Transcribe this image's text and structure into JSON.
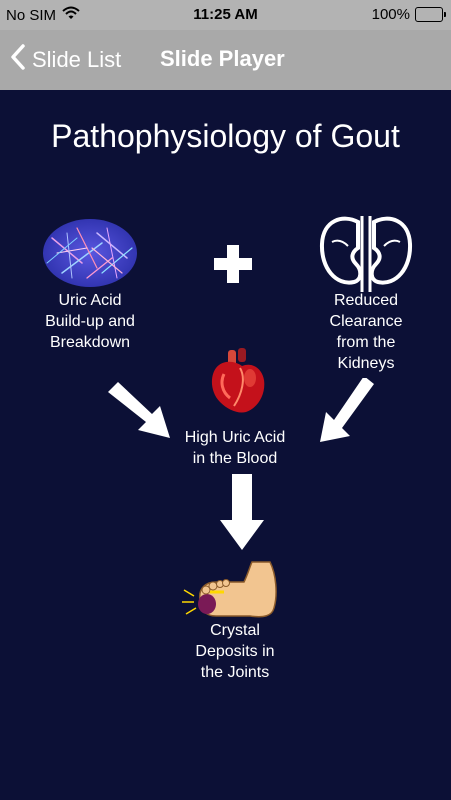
{
  "status_bar": {
    "carrier": "No SIM",
    "time": "11:25 AM",
    "battery": "100%"
  },
  "nav": {
    "back_label": "Slide List",
    "title": "Slide Player"
  },
  "slide": {
    "title": "Pathophysiology of Gout",
    "uric_acid_caption": [
      "Uric Acid",
      "Build-up and",
      "Breakdown"
    ],
    "kidney_caption": [
      "Reduced",
      "Clearance",
      "from the",
      "Kidneys"
    ],
    "blood_caption": [
      "High Uric Acid",
      "in the Blood"
    ],
    "joints_caption": [
      "Crystal",
      "Deposits in",
      "the Joints"
    ]
  },
  "icons": [
    "wifi-icon",
    "battery-icon",
    "chevron-left-icon",
    "crystals-icon",
    "plus-icon",
    "kidneys-icon",
    "heart-icon",
    "foot-icon",
    "arrow-icon"
  ],
  "colors": {
    "slide_background": "#0c1036",
    "nav_background": "#a9a9a9",
    "heart": "#c4111b",
    "crystal_bg": "#3d43c9"
  }
}
